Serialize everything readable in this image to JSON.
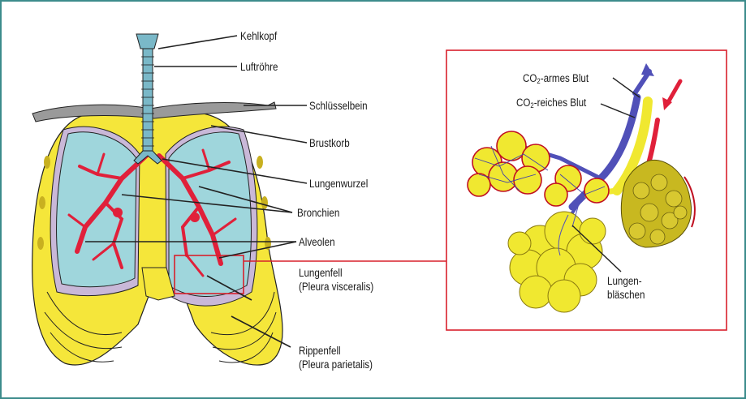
{
  "labels": {
    "kehlkopf": "Kehlkopf",
    "luftroehre": "Luftröhre",
    "schluesselbein": "Schlüsselbein",
    "brustkorb": "Brustkorb",
    "lungenwurzel": "Lungenwurzel",
    "bronchien": "Bronchien",
    "alveolen": "Alveolen",
    "lungenfell": "Lungenfell",
    "lungenfell_latin": "(Pleura visceralis)",
    "rippenfell": "Rippenfell",
    "rippenfell_latin": "(Pleura parietalis)",
    "co2_armes_prefix": "CO",
    "co2_armes_sub": "2",
    "co2_armes_suffix": "-armes Blut",
    "co2_reiches_prefix": "CO",
    "co2_reiches_sub": "2",
    "co2_reiches_suffix": "-reiches Blut",
    "lungen_line1": "Lungen-",
    "lungen_line2": "bläschen"
  },
  "colors": {
    "frame": "#3c8c8c",
    "highlight": "#d8202c",
    "lung_fill": "#9fd6dc",
    "bronchi": "#e0203a",
    "ribcage": "#f5e63a",
    "pleura": "#c9b8d8",
    "clavicle": "#9a9a9a",
    "trachea": "#7ab8c8",
    "vein_blue": "#5050b8",
    "alveoli_yellow": "#f0e830"
  }
}
